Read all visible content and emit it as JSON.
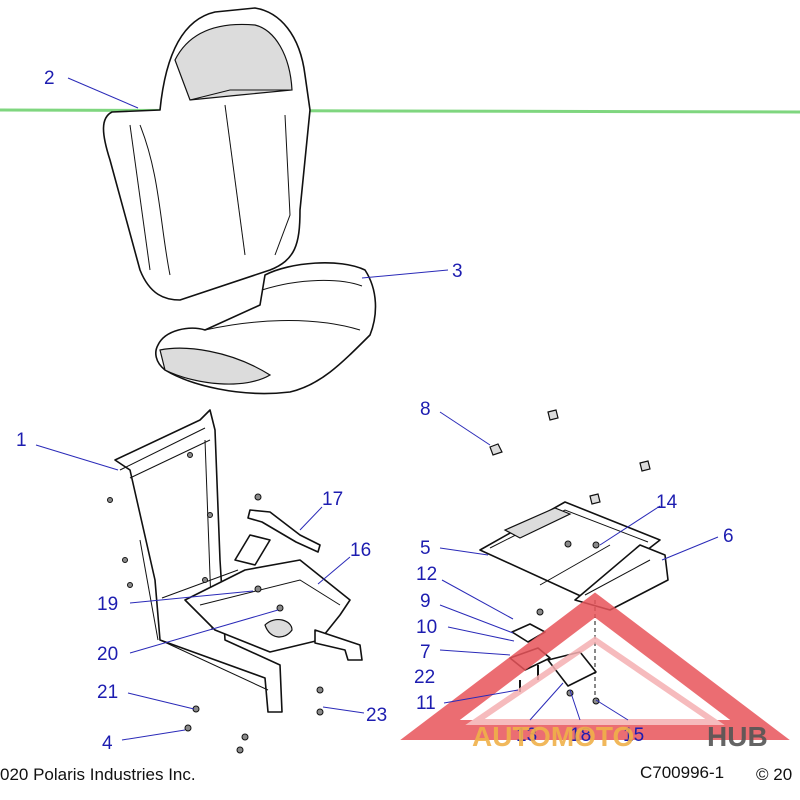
{
  "callouts": [
    {
      "id": "c1",
      "text": "1"
    },
    {
      "id": "c2",
      "text": "2"
    },
    {
      "id": "c3",
      "text": "3"
    },
    {
      "id": "c4",
      "text": "4"
    },
    {
      "id": "c5",
      "text": "5"
    },
    {
      "id": "c6",
      "text": "6"
    },
    {
      "id": "c7",
      "text": "7"
    },
    {
      "id": "c8",
      "text": "8"
    },
    {
      "id": "c9",
      "text": "9"
    },
    {
      "id": "c10",
      "text": "10"
    },
    {
      "id": "c11",
      "text": "11"
    },
    {
      "id": "c12",
      "text": "12"
    },
    {
      "id": "c13",
      "text": "13"
    },
    {
      "id": "c14",
      "text": "14"
    },
    {
      "id": "c15",
      "text": "15"
    },
    {
      "id": "c16",
      "text": "16"
    },
    {
      "id": "c17",
      "text": "17"
    },
    {
      "id": "c18",
      "text": "18"
    },
    {
      "id": "c19",
      "text": "19"
    },
    {
      "id": "c20",
      "text": "20"
    },
    {
      "id": "c21",
      "text": "21"
    },
    {
      "id": "c22",
      "text": "22"
    },
    {
      "id": "c23",
      "text": "23"
    }
  ],
  "footer": {
    "copyright_left": "020 Polaris Industries Inc.",
    "diagram_code": "C700996-1",
    "copyright_right": "© 20"
  },
  "watermark": {
    "part_a": "AUTOMOTO",
    "part_b": "HUB",
    "color_primary": "#e8545a",
    "color_accent": "#f0b14a"
  },
  "colors": {
    "callout": "#1d1db0",
    "scan_line": "#7fd67f"
  }
}
